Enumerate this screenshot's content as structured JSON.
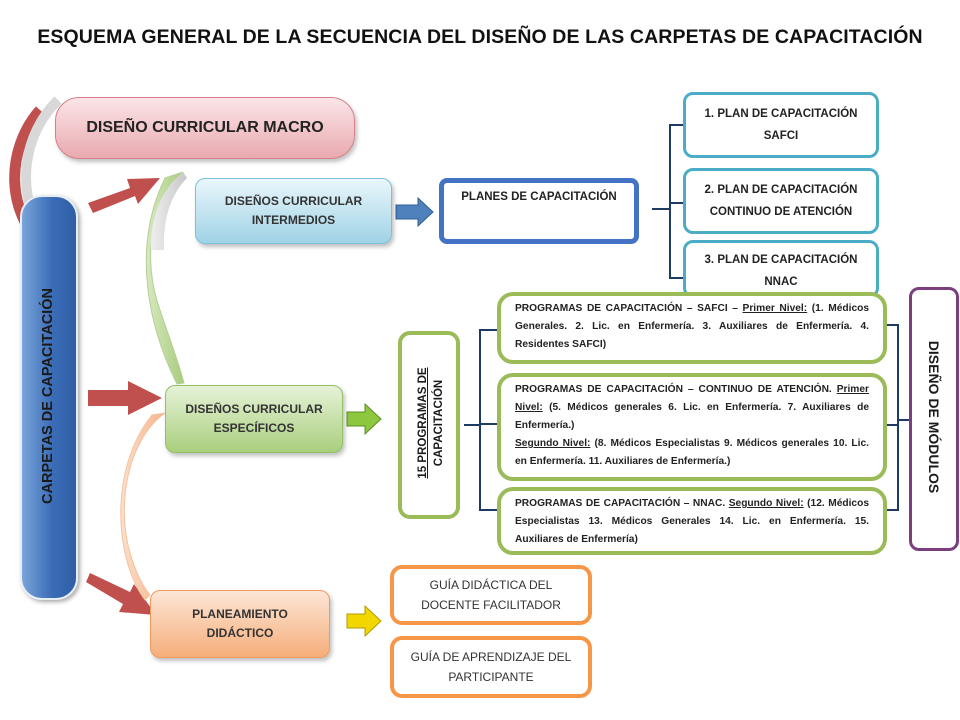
{
  "title": "ESQUEMA GENERAL DE LA SECUENCIA DEL DISEÑO DE LAS CARPETAS DE CAPACITACIÓN",
  "left_bar": "CARPETAS DE CAPACITACIÓN",
  "macro": "DISEÑO CURRICULAR MACRO",
  "intermedios": [
    "DISEÑOS CURRICULAR",
    "INTERMEDIOS"
  ],
  "especificos": [
    "DISEÑOS CURRICULAR",
    "ESPECÍFICOS"
  ],
  "planeamiento": [
    "PLANEAMIENTO",
    "DIDÁCTICO"
  ],
  "planes": "PLANES DE CAPACITACIÓN",
  "plans": [
    [
      "1. PLAN DE CAPACITACIÓN",
      "SAFCI"
    ],
    [
      "2. PLAN DE CAPACITACIÓN",
      "CONTINUO DE ATENCIÓN"
    ],
    [
      "3. PLAN DE CAPACITACIÓN",
      "NNAC"
    ]
  ],
  "programas_count": [
    "15 PROGRAMAS DE",
    "CAPACITACIÓN"
  ],
  "programs": {
    "safci": {
      "lead": "PROGRAMAS DE CAPACITACIÓN – SAFCI – ",
      "level": "Primer Nivel:",
      "rest": " (1. Médicos Generales. 2. Lic. en Enfermería. 3. Auxiliares de Enfermería. 4. Residentes SAFCI)"
    },
    "continuo": {
      "lead": "PROGRAMAS DE CAPACITACIÓN – CONTINUO DE ATENCIÓN.",
      "level1": "Primer Nivel:",
      "rest1": " (5. Médicos generales 6. Lic. en Enfermería. 7. Auxiliares de Enfermería.)",
      "level2": "Segundo Nivel:",
      "rest2": " (8. Médicos Especialistas 9. Médicos generales 10. Lic. en Enfermería. 11. Auxiliares de Enfermería.)"
    },
    "nnac": {
      "lead": "PROGRAMAS DE CAPACITACIÓN – NNAC. ",
      "level": "Segundo Nivel:",
      "rest": " (12. Médicos Especialistas 13. Médicos Generales 14. Lic. en Enfermería. 15. Auxiliares de Enfermería)"
    }
  },
  "modulos": "DISEÑO DE MÓDULOS",
  "guias": [
    [
      "GUÍA DIDÁCTICA DEL",
      "DOCENTE FACILITADOR"
    ],
    [
      "GUÍA DE APRENDIZAJE DEL",
      "PARTICIPANTE"
    ]
  ],
  "colors": {
    "red_arrow": "#c0504d",
    "blue_arrow": "#4f81bd",
    "green_arrow": "#8dc63f",
    "yellow_arrow": "#f2d600",
    "blue_border": "#4472c4",
    "teal_border": "#4bacc6",
    "green_border": "#9bbb59",
    "orange_border": "#f79646",
    "purple_border": "#7b3f7f"
  }
}
